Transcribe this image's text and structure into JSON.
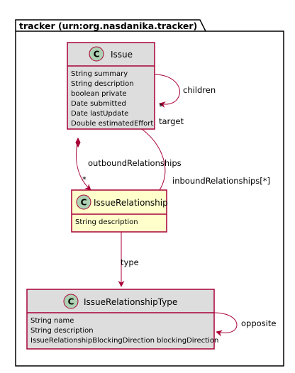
{
  "package": {
    "title": "tracker (urn:org.nasdanika.tracker)"
  },
  "colors": {
    "class_fill": "#dddddd",
    "highlight_fill": "#ffffcc",
    "border": "#a80036",
    "stereotype_circle": "#add1b2",
    "edge": "#a80036"
  },
  "classes": {
    "issue": {
      "stereotype": "C",
      "name": "Issue",
      "attributes": [
        "String summary",
        "String description",
        "boolean private",
        "Date submitted",
        "Date lastUpdate",
        "Double estimatedEffort"
      ]
    },
    "issue_relationship": {
      "stereotype": "C",
      "name": "IssueRelationship",
      "attributes": [
        "String description"
      ]
    },
    "issue_relationship_type": {
      "stereotype": "C",
      "name": "IssueRelationshipType",
      "attributes": [
        "String name",
        "String description",
        "IssueRelationshipBlockingDirection blockingDirection"
      ]
    }
  },
  "edges": {
    "children": {
      "label": "children",
      "multiplicity": "*"
    },
    "outbound": {
      "label": "outboundRelationships",
      "multiplicity": "*"
    },
    "target": {
      "label": "target"
    },
    "inbound": {
      "label": "inboundRelationships[*]"
    },
    "type": {
      "label": "type"
    },
    "opposite": {
      "label": "opposite"
    }
  }
}
